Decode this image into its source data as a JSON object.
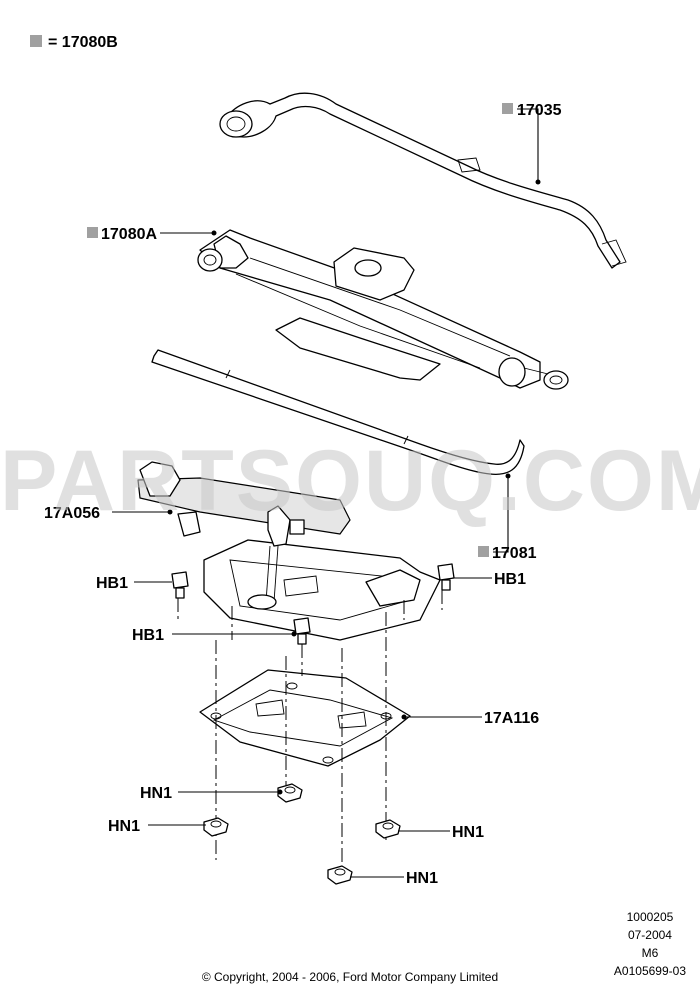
{
  "legend": {
    "swatch_color": "#a0a0a0",
    "text": "= 17080B"
  },
  "labels": {
    "p17035": "17035",
    "p17080A": "17080A",
    "p17A056": "17A056",
    "hb1_left": "HB1",
    "hb1_right": "HB1",
    "hb1_center": "HB1",
    "p17081": "17081",
    "p17A116": "17A116",
    "hn1_a": "HN1",
    "hn1_b": "HN1",
    "hn1_c": "HN1",
    "hn1_d": "HN1"
  },
  "watermark": "PARTSOUQ.COM",
  "footer": {
    "code1": "1000205",
    "date": "07-2004",
    "model": "M6",
    "ref": "A0105699-03"
  },
  "copyright": "© Copyright, 2004 - 2006, Ford Motor Company Limited"
}
